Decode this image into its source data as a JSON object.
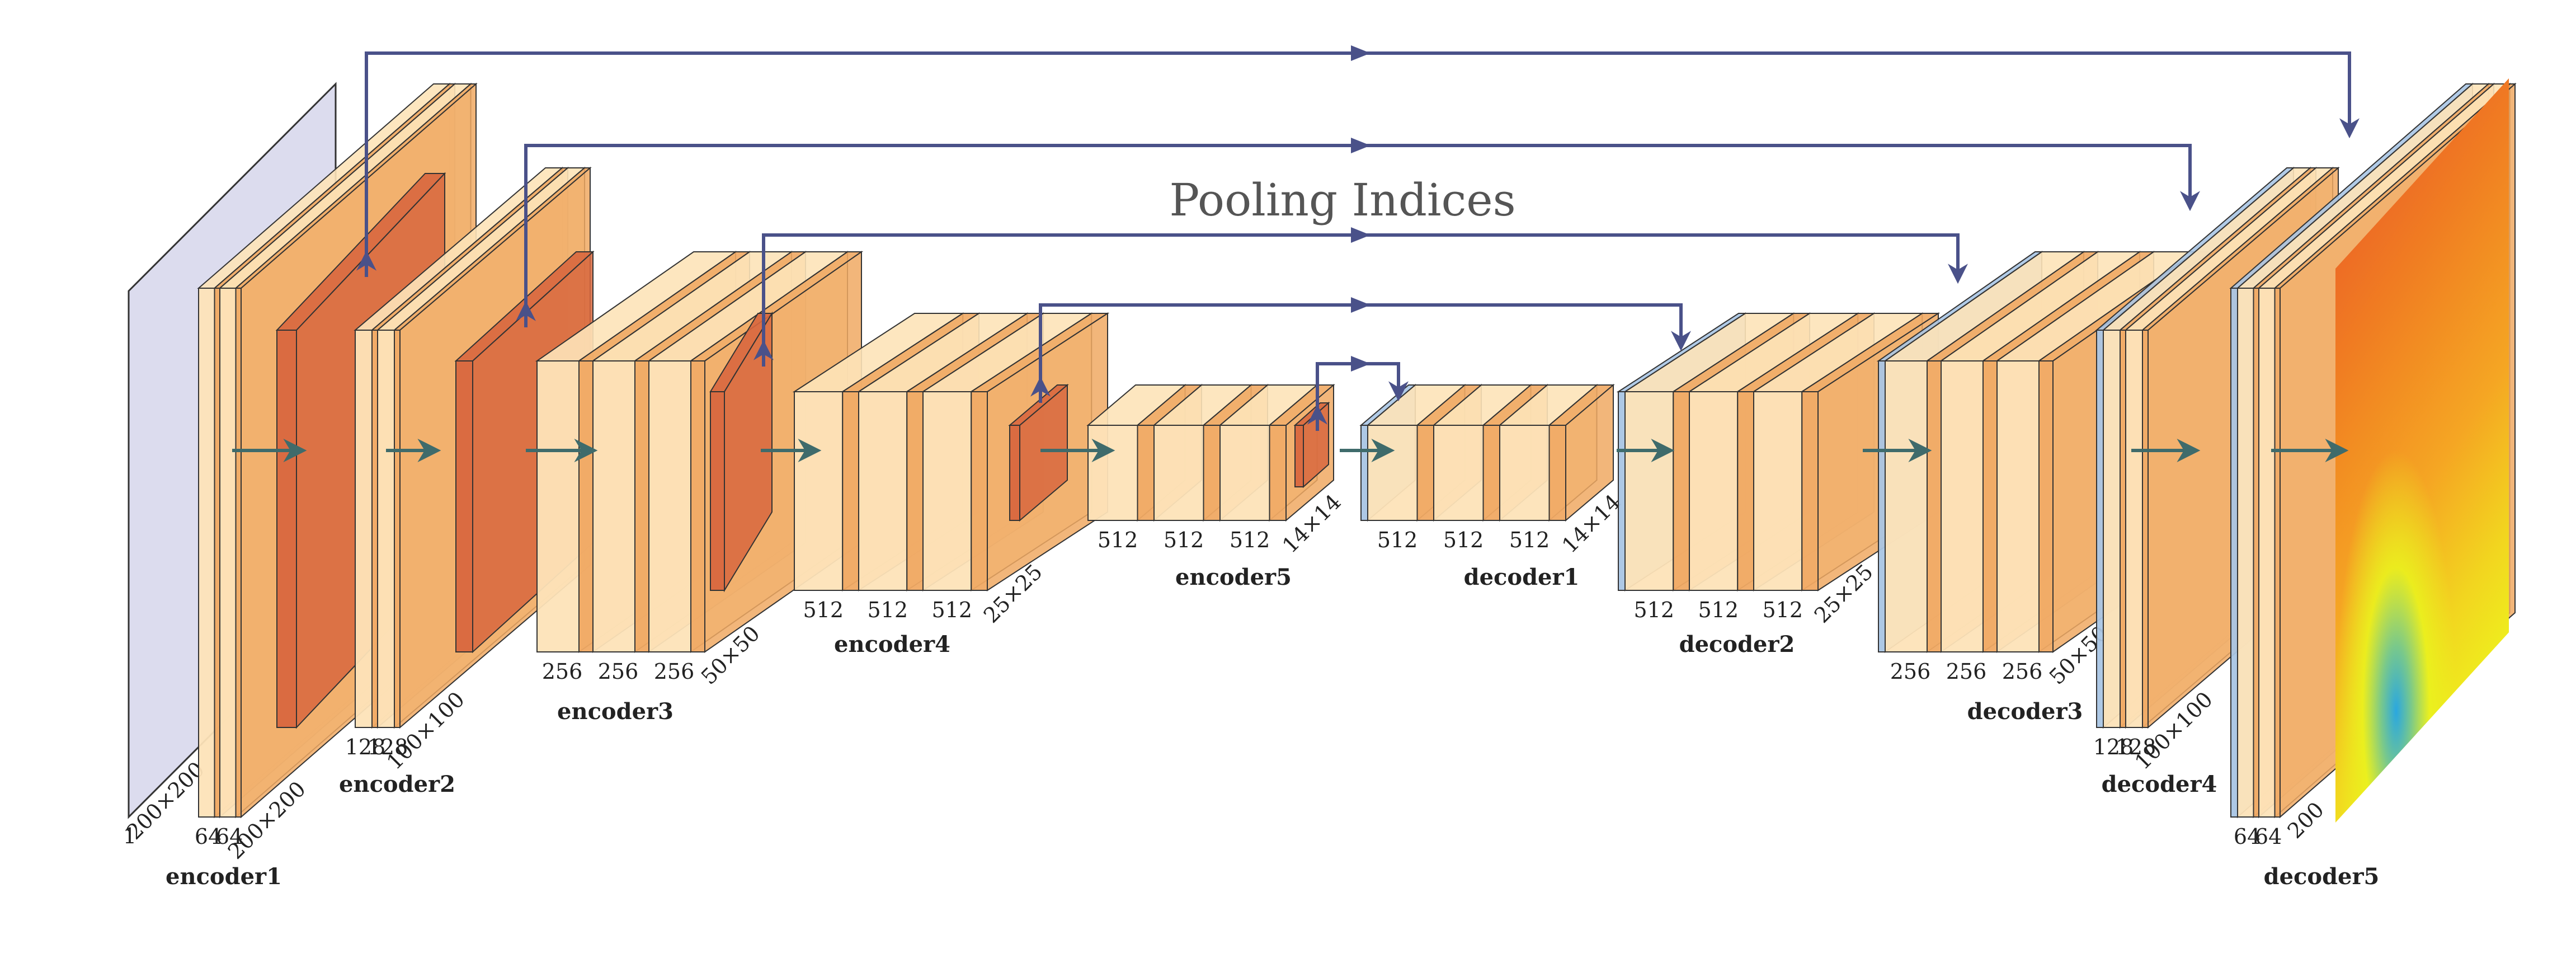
{
  "title": "Pooling Indices",
  "colors": {
    "conv_light": "#fde3b8",
    "conv_mid": "#f6c98c",
    "conv_dark": "#f0a963",
    "pool": "#d8673e",
    "unpool": "#a9c5e4",
    "input": "#dcdcee",
    "skip_arrow": "#4a5189",
    "flow_arrow": "#3f6b6b"
  },
  "input": {
    "channels": "1",
    "size": "200×200"
  },
  "blocks": [
    {
      "name": "encoder1",
      "channels": [
        "64",
        "64"
      ],
      "size": "200×200"
    },
    {
      "name": "encoder2",
      "channels": [
        "128",
        "128"
      ],
      "size": "100×100"
    },
    {
      "name": "encoder3",
      "channels": [
        "256",
        "256",
        "256"
      ],
      "size": "50×50"
    },
    {
      "name": "encoder4",
      "channels": [
        "512",
        "512",
        "512"
      ],
      "size": "25×25"
    },
    {
      "name": "encoder5",
      "channels": [
        "512",
        "512",
        "512"
      ],
      "size": "14×14"
    },
    {
      "name": "decoder1",
      "channels": [
        "512",
        "512",
        "512"
      ],
      "size": "14×14"
    },
    {
      "name": "decoder2",
      "channels": [
        "512",
        "512",
        "512"
      ],
      "size": "25×25"
    },
    {
      "name": "decoder3",
      "channels": [
        "256",
        "256",
        "256"
      ],
      "size": "50×50"
    },
    {
      "name": "decoder4",
      "channels": [
        "128",
        "128"
      ],
      "size": "100×100"
    },
    {
      "name": "decoder5",
      "channels": [
        "64",
        "64"
      ],
      "size": "200"
    }
  ]
}
